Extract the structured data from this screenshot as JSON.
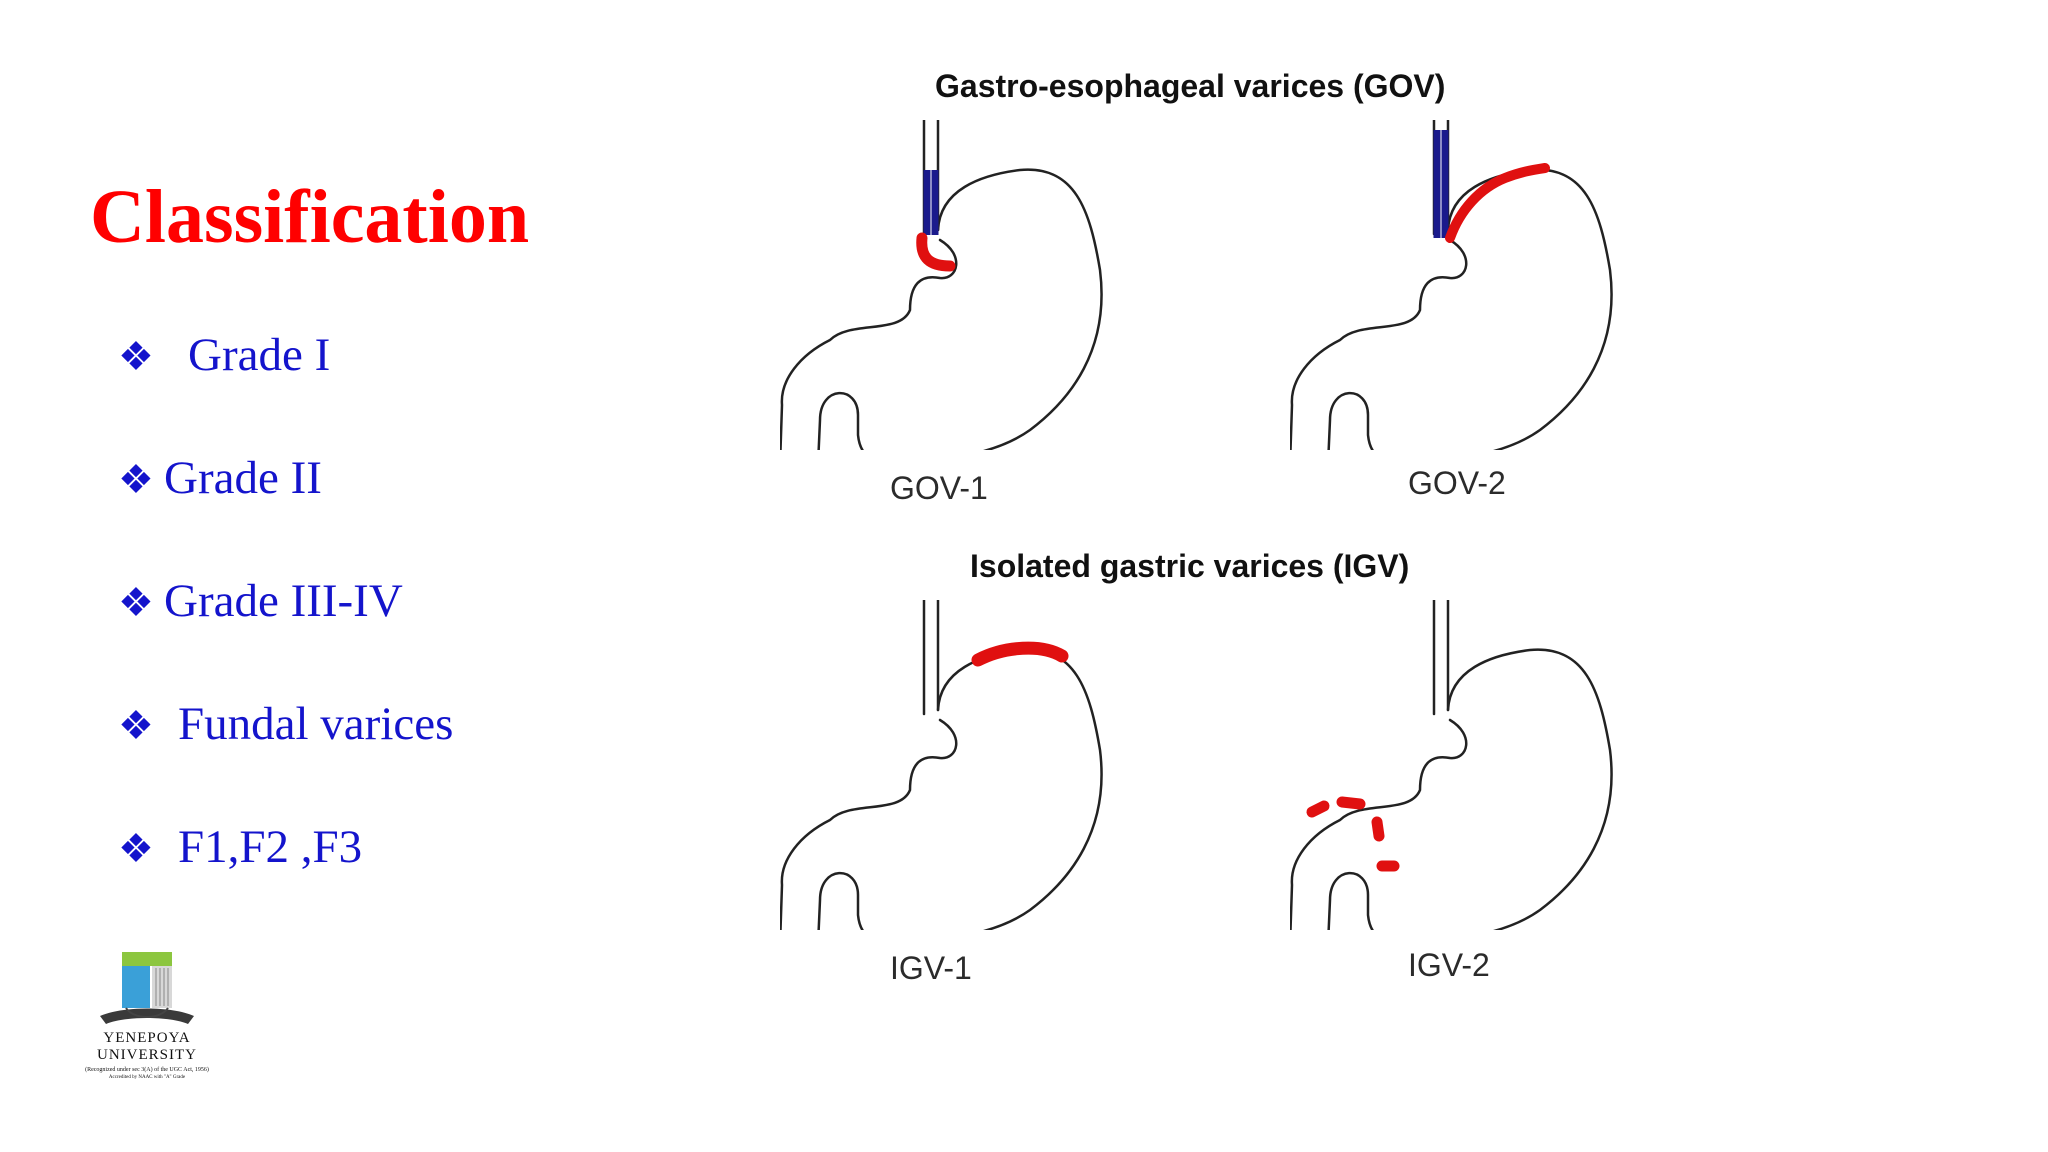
{
  "slide": {
    "title": "Classification",
    "bullets": [
      {
        "glyph": "❖",
        "label": "Grade I"
      },
      {
        "glyph": "❖",
        "label": "Grade II"
      },
      {
        "glyph": "❖",
        "label": "Grade III-IV"
      },
      {
        "glyph": "❖",
        "label": "Fundal varices"
      },
      {
        "glyph": "❖",
        "label": "F1,F2 ,F3"
      }
    ]
  },
  "figure": {
    "gov_heading": "Gastro-esophageal varices (GOV)",
    "igv_heading": "Isolated gastric varices (IGV)",
    "panels": [
      {
        "label": "GOV-1"
      },
      {
        "label": "GOV-2"
      },
      {
        "label": "IGV-1"
      },
      {
        "label": "IGV-2"
      }
    ]
  },
  "logo": {
    "name_line1": "YENEPOYA",
    "name_line2": "UNIVERSITY",
    "subtitle": "(Recognized under sec 3(A) of the UGC Act, 1956)",
    "accreditation": "Accredited by NAAC with \"A\" Grade"
  },
  "colors": {
    "title": "#ff0000",
    "bullets": "#1414cc",
    "varices": "#e01010",
    "esophageal_varices": "#1a1a8c"
  }
}
